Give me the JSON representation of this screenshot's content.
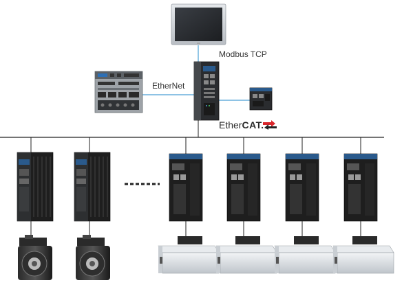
{
  "labels": {
    "modbus": "Modbus TCP",
    "ethernet": "EtherNet",
    "ethercat_prefix": "Ether",
    "ethercat_suffix": "CAT."
  },
  "colors": {
    "network_line": "#4a9fd5",
    "bus_line": "#222222",
    "drive_dark": "#1e1e1e",
    "drive_accent": "#2a5a8c",
    "ethercat_red": "#d9262b",
    "panel_frame": "#c8ccd0",
    "screen": "#2c2f33",
    "rail_gray": "#d5d9dd"
  },
  "icons": {
    "hmi": "touch-panel-hmi",
    "ipc": "industrial-pc",
    "controller": "motion-controller",
    "io_module": "ethercat-io-module",
    "servo_drive": "servo-drive",
    "servo_motor": "servo-motor",
    "linear_drive": "linear-motor-drive",
    "linear_stage": "linear-motor-stage"
  }
}
